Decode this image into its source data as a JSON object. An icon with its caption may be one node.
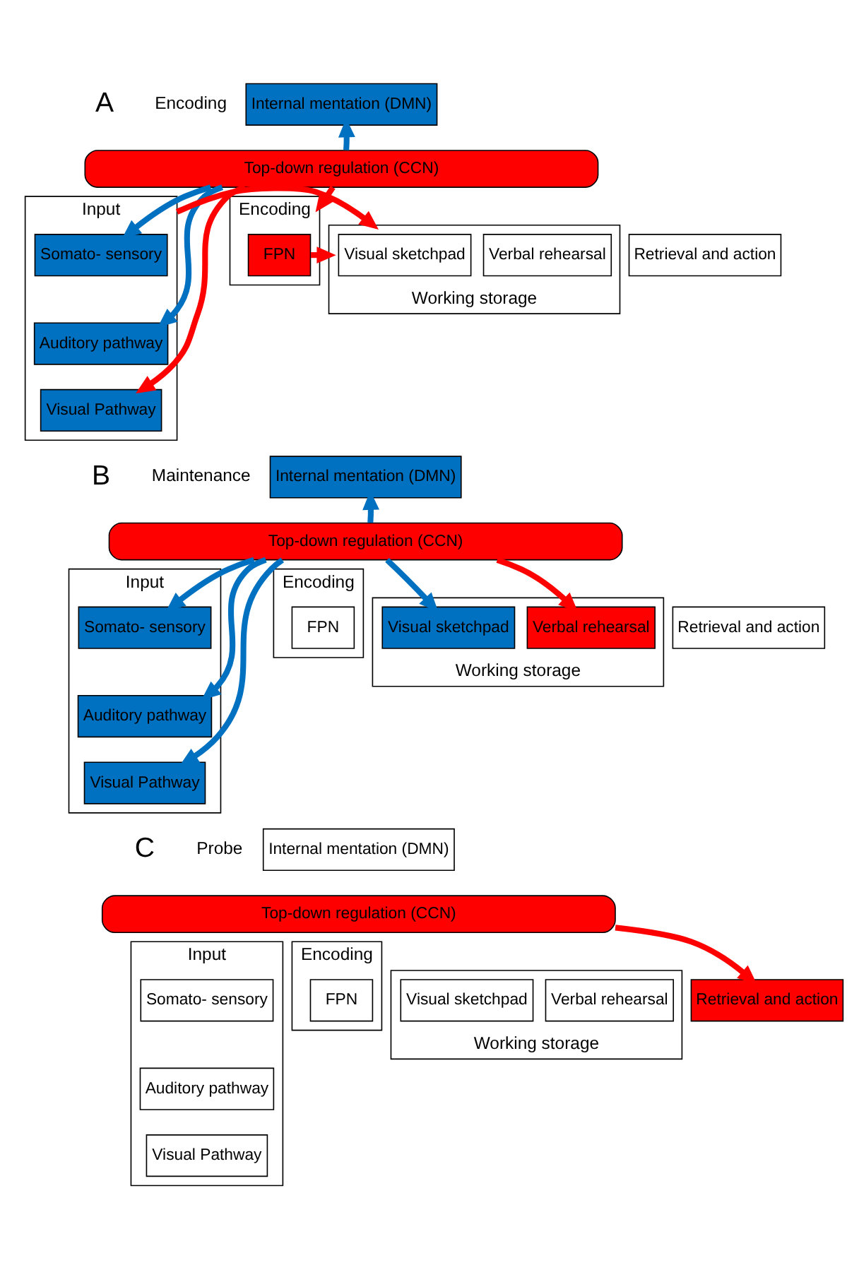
{
  "diagram": {
    "nodes": [
      {
        "text": [
          "Internal mentation (DMN)"
        ]
      },
      {
        "text": [
          "Top-down regulation (CCN)"
        ]
      },
      {
        "text": [
          "Input"
        ]
      },
      {
        "text": [
          "Somato- sensory"
        ],
        "in": 2
      },
      {
        "text": [
          "Auditory pathway"
        ],
        "in": 2
      },
      {
        "text": [
          "Visual Pathway"
        ],
        "in": 2
      },
      {
        "text": [
          "Encoding"
        ]
      },
      {
        "text": [
          "FPN"
        ],
        "in": 6
      },
      {
        "text": [
          "Working storage"
        ]
      },
      {
        "text": [
          "Visual sketchpad"
        ],
        "in": 8
      },
      {
        "text": [
          "Verbal rehearsal"
        ],
        "in": 8
      },
      {
        "text": [
          "Retrieval and action"
        ]
      },
      {
        "text": [
          "Internal mentation (DMN)"
        ]
      },
      {
        "text": [
          "Top-down regulation (CCN)"
        ]
      },
      {
        "text": [
          "Input"
        ]
      },
      {
        "text": [
          "Somato- sensory"
        ],
        "in": 14
      },
      {
        "text": [
          "Auditory pathway"
        ],
        "in": 14
      },
      {
        "text": [
          "Visual Pathway"
        ],
        "in": 14
      },
      {
        "text": [
          "Encoding"
        ]
      },
      {
        "text": [
          "FPN"
        ],
        "in": 18
      },
      {
        "text": [
          "Working storage"
        ]
      },
      {
        "text": [
          "Visual sketchpad"
        ],
        "in": 20
      },
      {
        "text": [
          "Verbal rehearsal"
        ],
        "in": 20
      },
      {
        "text": [
          "Retrieval and action"
        ]
      },
      {
        "text": [
          "Internal mentation (DMN)"
        ]
      },
      {
        "text": [
          "Top-down regulation (CCN)"
        ]
      },
      {
        "text": [
          "Input"
        ]
      },
      {
        "text": [
          "Somato- sensory"
        ],
        "in": 26
      },
      {
        "text": [
          "Auditory pathway"
        ],
        "in": 26
      },
      {
        "text": [
          "Visual Pathway"
        ],
        "in": 26
      },
      {
        "text": [
          "Encoding"
        ]
      },
      {
        "text": [
          "FPN"
        ],
        "in": 30
      },
      {
        "text": [
          "Working storage"
        ]
      },
      {
        "text": [
          "Visual sketchpad"
        ],
        "in": 32
      },
      {
        "text": [
          "Verbal rehearsal"
        ],
        "in": 32
      },
      {
        "text": [
          "Retrieval and action"
        ]
      }
    ],
    "edges": [
      {
        "from": 1,
        "to": 0,
        "arrow": "to"
      },
      {
        "from": 1,
        "to": 3,
        "arrow": "to"
      },
      {
        "from": 1,
        "to": 4,
        "arrow": "to"
      },
      {
        "from": 1,
        "to": 5,
        "arrow": "to",
        "color": "#ff0000"
      },
      {
        "from": 1,
        "to": 6,
        "arrow": "to",
        "color": "#ff0000"
      },
      {
        "from": 2,
        "to": 8,
        "arrow": "to",
        "color": "#ff0000"
      },
      {
        "from": 7,
        "to": 8,
        "arrow": "to",
        "color": "#ff0000"
      },
      {
        "from": 13,
        "to": 12,
        "arrow": "to"
      },
      {
        "from": 13,
        "to": 15,
        "arrow": "to"
      },
      {
        "from": 13,
        "to": 16,
        "arrow": "to"
      },
      {
        "from": 13,
        "to": 17,
        "arrow": "to"
      },
      {
        "from": 13,
        "to": 21,
        "arrow": "to"
      },
      {
        "from": 13,
        "to": 22,
        "arrow": "to",
        "color": "#ff0000"
      },
      {
        "from": 25,
        "to": 35,
        "arrow": "to",
        "color": "#ff0000"
      }
    ],
    "labels": [
      "A",
      "Encoding",
      "B",
      "Maintenance",
      "C",
      "Probe"
    ]
  }
}
